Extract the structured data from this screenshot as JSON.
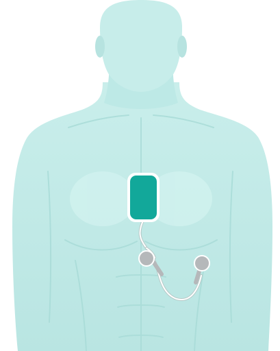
{
  "illustration": {
    "figure": "torso-silhouette",
    "device": "wearable-ecg-monitor",
    "electrodes": 2
  },
  "colors": {
    "skin": "#bfe8e5",
    "skin_shadow": "#a8dcd8",
    "skin_highlight": "#d6f3f1",
    "device": "#12a89a",
    "device_border": "#ffffff",
    "cable": "#ffffff",
    "cable_outline": "#b7c9c7",
    "electrode": "#b5b8ba",
    "background": "#ffffff"
  }
}
